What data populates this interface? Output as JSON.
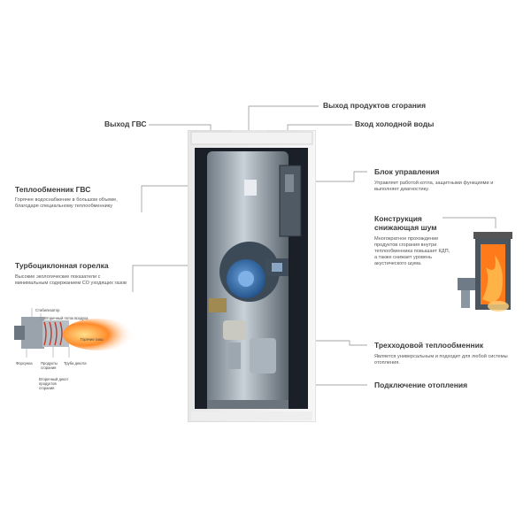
{
  "labels": {
    "exhaust": "Выход продуктов сгорания",
    "dhw_out": "Выход ГВС",
    "cold_in": "Вход холодной воды",
    "control": {
      "title": "Блок управления",
      "desc": "Управляет работой котла, защитными функциями и выполняет диагностику."
    },
    "dhw_hx": {
      "title": "Теплообменник ГВС",
      "desc": "Горячее водоснабжение в большом объеме, благодаря специальному теплообменнику"
    },
    "noise": {
      "title": "Конструкция снижающая шум",
      "desc": "Многократное прохождение продуктов сгорания внутри теплообменника повышает КДП, а также снижает уровень акустического шума."
    },
    "burner": {
      "title": "Турбоциклонная горелка",
      "desc": "Высокие экологические показатели с минимальным содержанием СО уходящих газов"
    },
    "three_pass": {
      "title": "Трехходовой теплообменник",
      "desc": "Является универсальным и подходит для любой системы отопления."
    },
    "heating": "Подключение отопления"
  },
  "burner_inset": {
    "stabilizer": "Стабилизатор",
    "secondary_air": "Вторичный поток воздуха",
    "hot_gases": "Горячие газы",
    "burner_nozzle": "Форсунка",
    "combustion_products": "Продукты сгорания",
    "flame_tube": "Труба декота",
    "secondary_flow": "Вторичный декот продуктов сгорания"
  },
  "colors": {
    "leader": "#8a8a8a",
    "accent": "#2f6fa8",
    "flame": "#ff7a1a"
  }
}
